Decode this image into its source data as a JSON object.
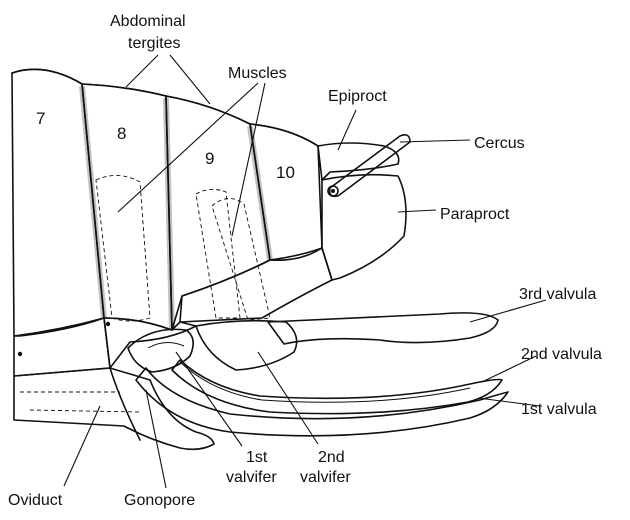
{
  "diagram": {
    "labels": {
      "abdominal_tergites_line1": "Abdominal",
      "abdominal_tergites_line2": "tergites",
      "muscles": "Muscles",
      "epiproct": "Epiproct",
      "cercus": "Cercus",
      "paraproct": "Paraproct",
      "valvula_3rd": "3rd valvula",
      "valvula_2nd": "2nd valvula",
      "valvula_1st": "1st valvula",
      "valvifer_1st_line1": "1st",
      "valvifer_1st_line2": "valvifer",
      "valvifer_2nd_line1": "2nd",
      "valvifer_2nd_line2": "valvifer",
      "oviduct": "Oviduct",
      "gonopore": "Gonopore"
    },
    "segments": {
      "seg7": "7",
      "seg8": "8",
      "seg9": "9",
      "seg10": "10"
    },
    "colors": {
      "ink": "#111111",
      "background": "#ffffff"
    }
  }
}
